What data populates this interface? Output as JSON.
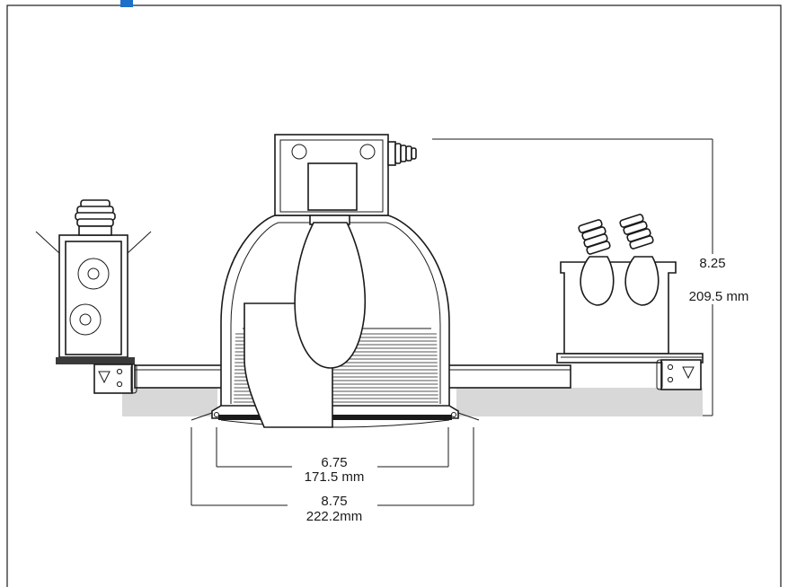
{
  "colors": {
    "accent": "#1e6fc8",
    "line": "#1a1a1a",
    "ceiling": "#d8d8d8",
    "background": "#ffffff"
  },
  "dimensions": {
    "height": {
      "inches": "8.25",
      "mm": "209.5 mm"
    },
    "aperture": {
      "inches": "6.75",
      "mm": "171.5 mm"
    },
    "overall": {
      "inches": "8.75",
      "mm": "222.2mm"
    }
  }
}
